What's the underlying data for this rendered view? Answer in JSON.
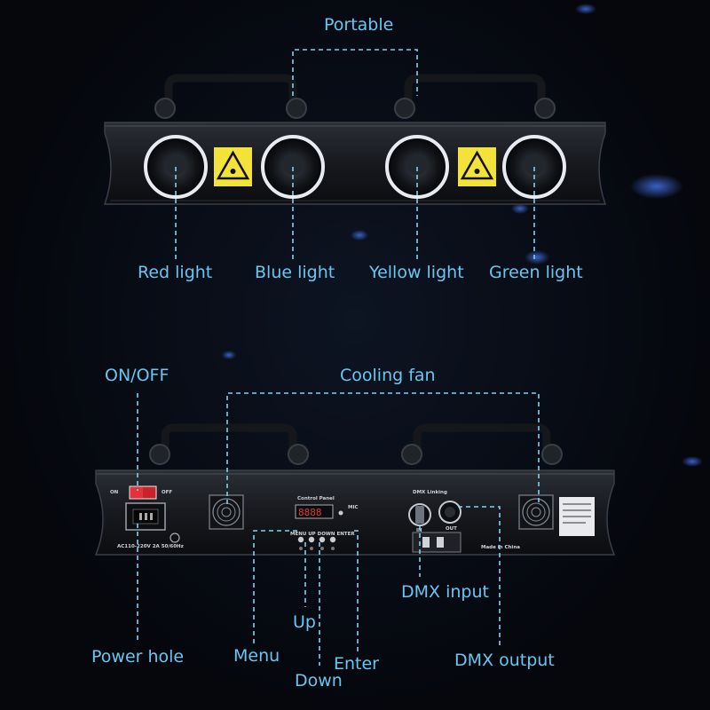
{
  "labels": {
    "portable": "Portable",
    "red_light": "Red light",
    "blue_light": "Blue light",
    "yellow_light": "Yellow light",
    "green_light": "Green light",
    "on_off": "ON/OFF",
    "cooling_fan": "Cooling fan",
    "dmx_input": "DMX input",
    "up": "Up",
    "menu": "Menu",
    "power_hole": "Power hole",
    "enter": "Enter",
    "dmx_output": "DMX output",
    "down": "Down"
  },
  "panel_text": {
    "on": "ON",
    "off": "OFF",
    "control_panel": "Control Panel",
    "mic": "MIC",
    "display": "8888",
    "buttons": "MENU UP DOWN ENTER",
    "dmx_linking": "DMX Linking",
    "in": "IN",
    "out": "OUT",
    "made_in_china": "Made in China",
    "power_rating": "AC110-220V 2A 50/60Hz"
  },
  "colors": {
    "label": "#69c6f0",
    "leader_line": "#7fd0f5",
    "background": "#05070d",
    "body": "#1b1d22",
    "lens_ring": "#e8ecf2",
    "warning_label": "#f2e23a"
  }
}
